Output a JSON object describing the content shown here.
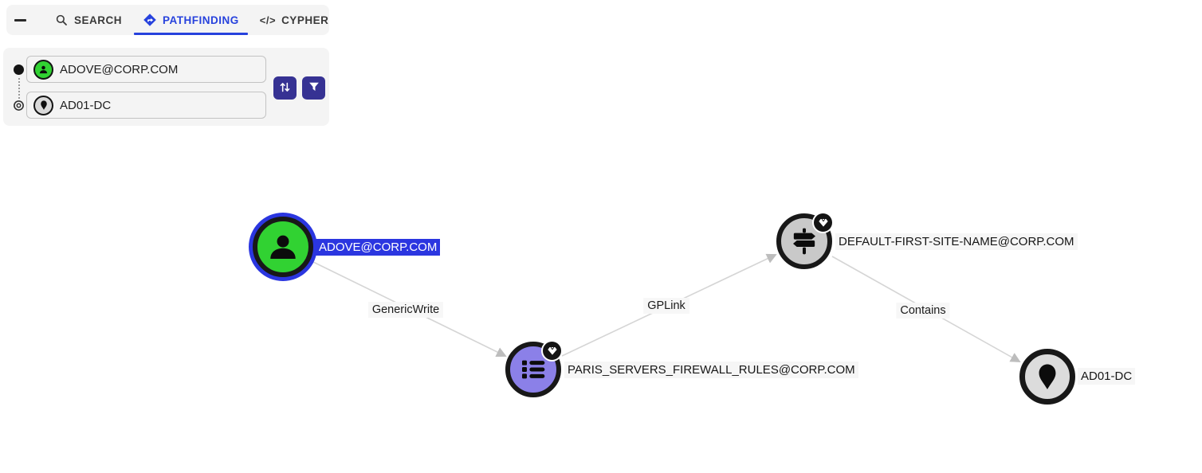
{
  "colors": {
    "accent_blue": "#2742dd",
    "selection_blue": "#2b36e0",
    "button_indigo": "#363293",
    "node_user_green": "#31d232",
    "node_gpo_purple": "#8b80e8",
    "node_site_gray": "#c9c9c9",
    "node_dc_gray": "#dcdcdc",
    "edge_gray": "#d5d5d5",
    "panel_bg": "#f4f4f4"
  },
  "toolbar": {
    "tabs": [
      {
        "label": "SEARCH",
        "icon": "search-icon",
        "active": false
      },
      {
        "label": "PATHFINDING",
        "icon": "directions-icon",
        "active": true
      },
      {
        "label": "CYPHER",
        "icon": "code-icon",
        "active": false
      }
    ],
    "cypher_icon_glyph": "</>"
  },
  "pathfinding_panel": {
    "start_input": {
      "value": "ADOVE@CORP.COM",
      "icon": "user-avatar-icon"
    },
    "destination_input": {
      "value": "AD01-DC",
      "icon": "map-marker-icon"
    },
    "swap_button": {
      "icon": "swap-vertical-icon"
    },
    "filter_button": {
      "icon": "filter-icon"
    }
  },
  "graph": {
    "nodes": [
      {
        "label": "ADOVE@CORP.COM",
        "icon": "user-icon",
        "selected": true,
        "badge": false
      },
      {
        "label": "PARIS_SERVERS_FIREWALL_RULES@CORP.COM",
        "icon": "list-icon",
        "selected": false,
        "badge": true
      },
      {
        "label": "DEFAULT-FIRST-SITE-NAME@CORP.COM",
        "icon": "signpost-icon",
        "selected": false,
        "badge": true
      },
      {
        "label": "AD01-DC",
        "icon": "map-marker-icon",
        "selected": false,
        "badge": false
      }
    ],
    "edges": [
      {
        "label": "GenericWrite"
      },
      {
        "label": "GPLink"
      },
      {
        "label": "Contains"
      }
    ],
    "badge_icon": "gem-icon"
  }
}
